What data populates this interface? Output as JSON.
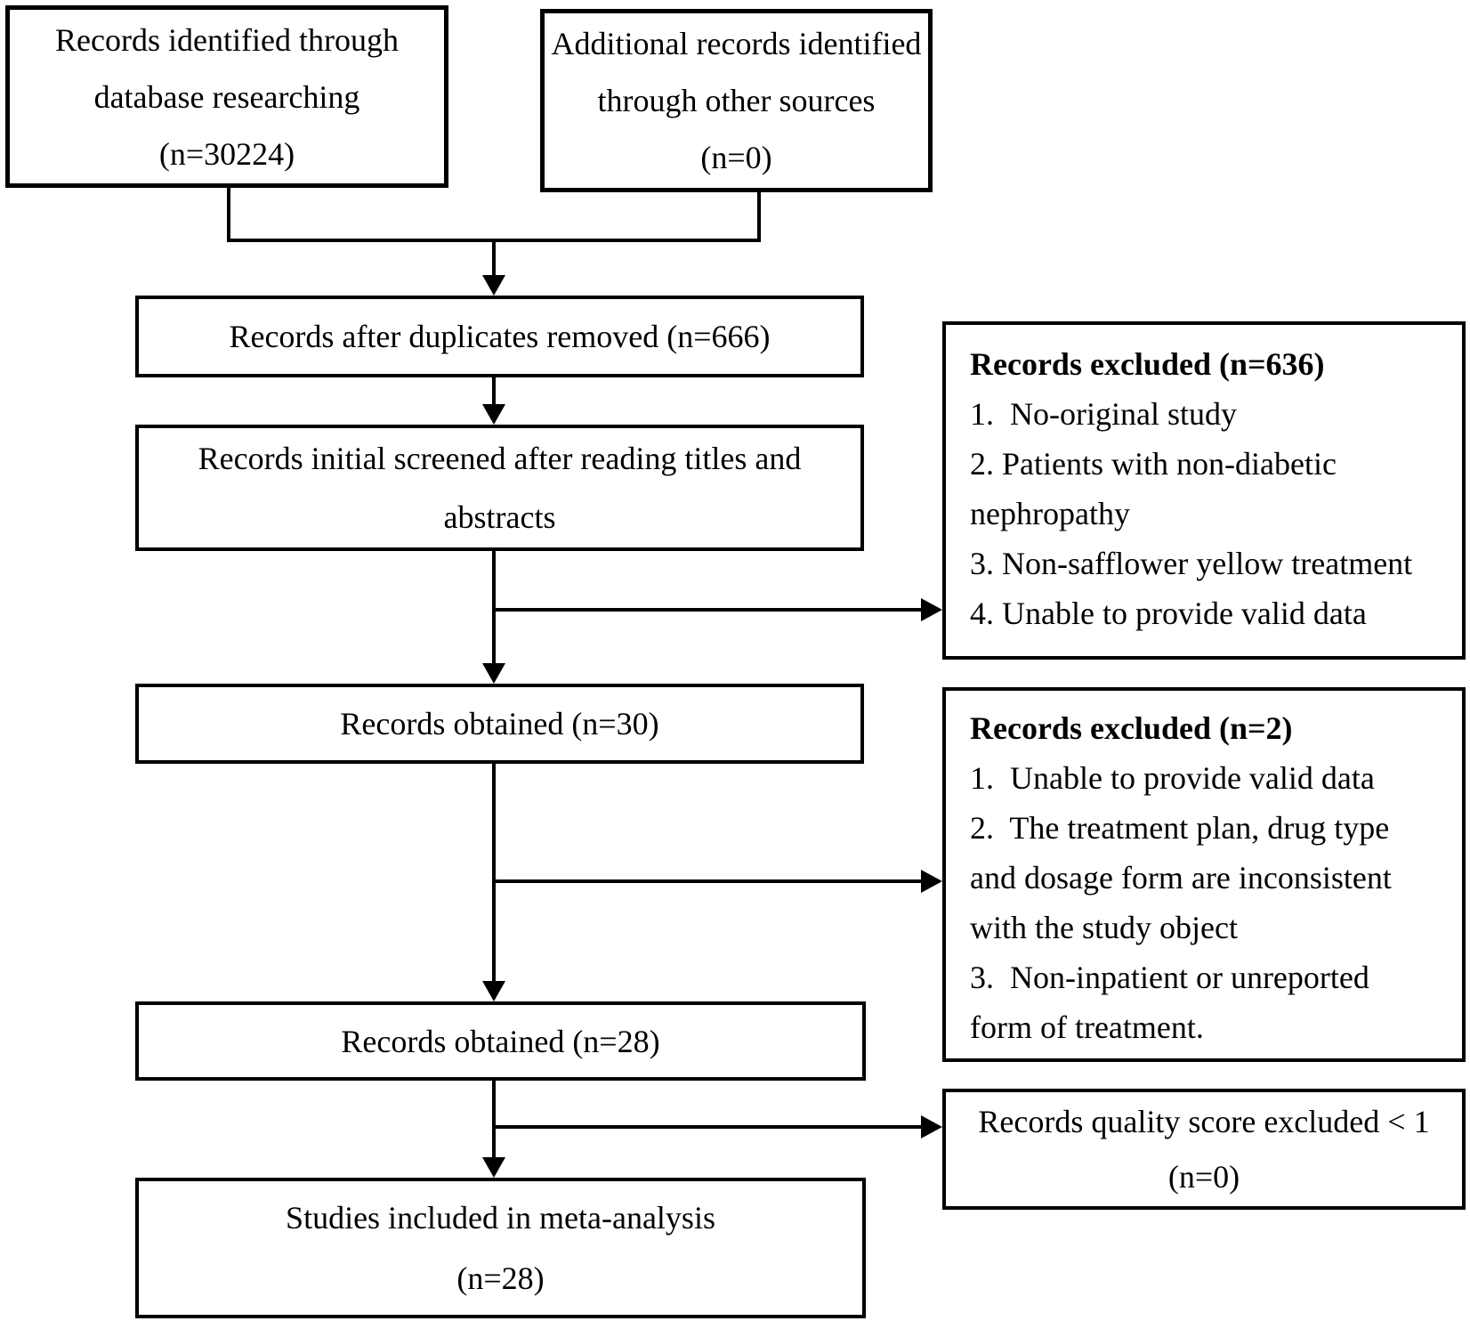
{
  "diagram": {
    "boxes": {
      "identified": "Records identified through\ndatabase researching\n(n=30224)",
      "additional": "Additional records identified\nthrough other sources\n(n=0)",
      "duplicates_removed": "Records after duplicates removed (n=666)",
      "initial_screened": "Records initial screened after reading titles and\nabstracts",
      "excluded_636": {
        "title": "Records excluded (n=636)",
        "items": "1.  No-original study\n2. Patients with non-diabetic\nnephropathy\n3. Non-safflower yellow treatment\n4. Unable to provide valid data"
      },
      "obtained_30": "Records obtained (n=30)",
      "excluded_2": {
        "title": "Records excluded (n=2)",
        "items": "1.  Unable to provide valid data\n2.  The treatment plan, drug type\nand dosage form are inconsistent\nwith the study object\n3.  Non-inpatient or unreported\nform of treatment."
      },
      "obtained_28": "Records obtained (n=28)",
      "quality_excluded": "Records quality score excluded < 1\n(n=0)",
      "included_meta": "Studies included in meta-analysis\n(n=28)"
    },
    "colors": {
      "line": "#000000",
      "text": "#000000",
      "background": "#ffffff"
    }
  }
}
